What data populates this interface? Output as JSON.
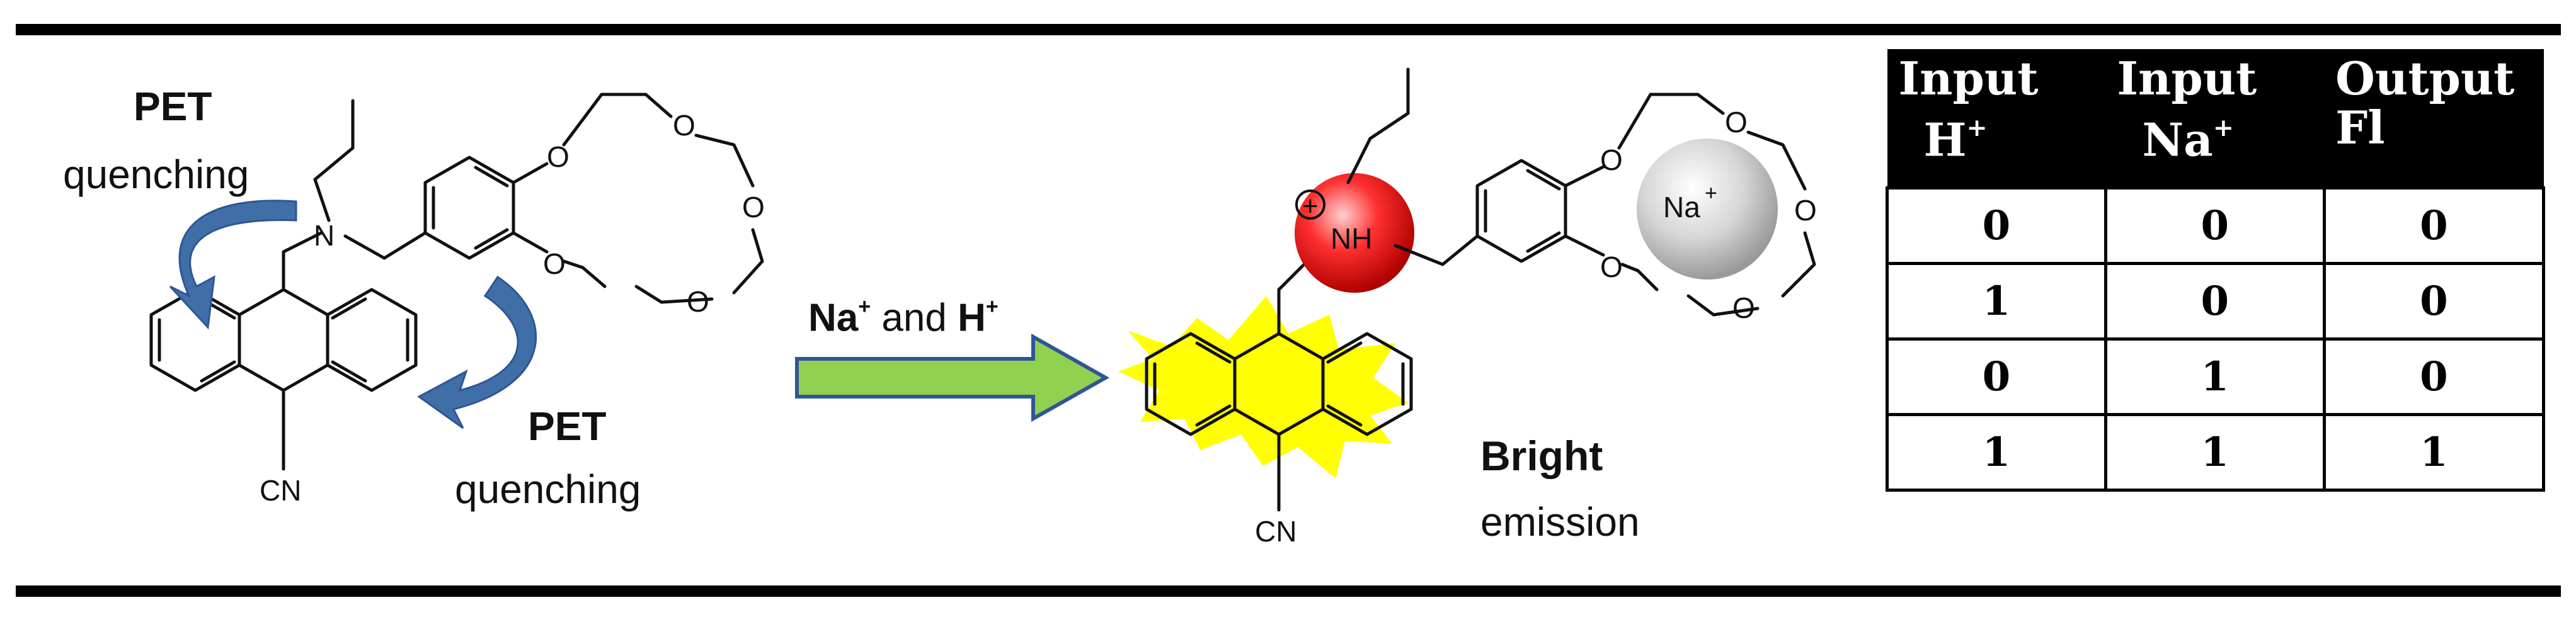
{
  "left": {
    "pet_top": "PET",
    "quench_top": "quenching",
    "pet_bottom": "PET",
    "quench_bottom": "quenching",
    "atoms": {
      "N": "N",
      "O": "O",
      "CN": "CN"
    }
  },
  "arrow": {
    "label_na": "Na",
    "label_and": "and",
    "label_h": "H",
    "plus": "+"
  },
  "right": {
    "nh": "NH",
    "charge": "+",
    "ion": "Na",
    "ion_charge": "+",
    "cn": "CN",
    "bright": "Bright",
    "emission": "emission"
  },
  "table": {
    "headers": [
      {
        "line1": "Input",
        "line2": "H",
        "sup": "+"
      },
      {
        "line1": "Input",
        "line2": "Na",
        "sup": "+"
      },
      {
        "line1": "Output",
        "line2": "Fl",
        "sup": ""
      }
    ],
    "rows": [
      [
        "0",
        "0",
        "0"
      ],
      [
        "1",
        "0",
        "0"
      ],
      [
        "0",
        "1",
        "0"
      ],
      [
        "1",
        "1",
        "1"
      ]
    ]
  },
  "colors": {
    "arrow_fill": "#92d050",
    "arrow_stroke": "#2f5597",
    "curved_arrow": "#3f6fa6",
    "burst": "#ffff00",
    "nh_sphere": "#ff2020",
    "na_sphere": "#c8c8c8"
  }
}
